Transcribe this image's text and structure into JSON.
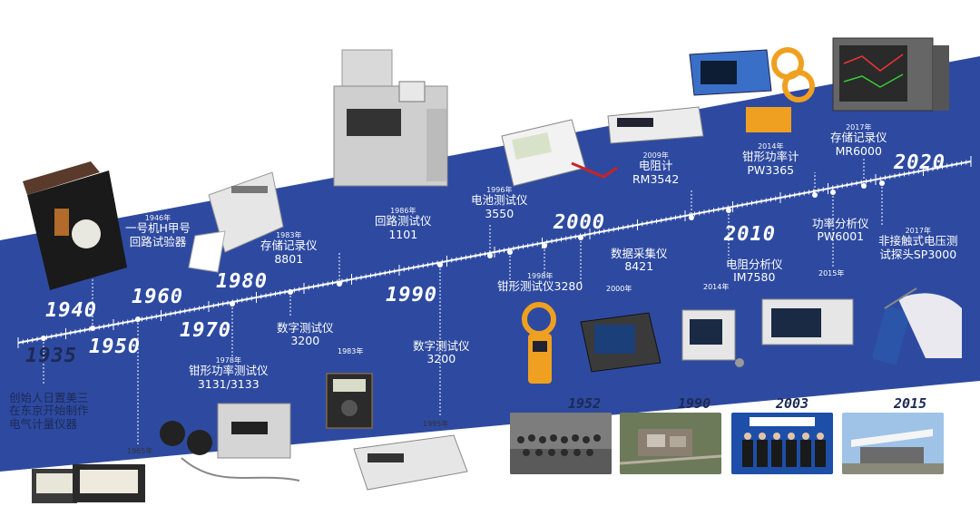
{
  "colors": {
    "band": "#2e4aa0",
    "band_dark": "#253f8f",
    "ink": "#1d2a55",
    "bg": "#ffffff"
  },
  "big_years": [
    "1935",
    "1940",
    "1950",
    "1960",
    "1970",
    "1980",
    "1990",
    "2000",
    "2010",
    "2020"
  ],
  "milestones": {
    "m1935": {
      "name": "创始人日置美三\n在东京开始制作\n电气计量仪器"
    },
    "m1946": {
      "year": "1946年",
      "name": "一号机H甲号\n回路试验器"
    },
    "m1965": {
      "year": "1965年"
    },
    "m1978": {
      "year": "1978年",
      "name": "钳形功率测试仪\n3131/3133"
    },
    "m1983a": {
      "year": "1983年",
      "name": "存储记录仪\n8801"
    },
    "m1983b": {
      "year": "1983年",
      "name": "数字测试仪\n3200"
    },
    "m1986": {
      "year": "1986年",
      "name": "回路测试仪\n1101"
    },
    "m1995": {
      "year": "1995年",
      "name": "数字测试仪\n3200"
    },
    "m1996": {
      "year": "1996年",
      "name": "电池测试仪\n3550"
    },
    "m1998": {
      "year": "1998年",
      "name": "钳形测试仪3280"
    },
    "m2000": {
      "year": "2000年",
      "name": "数据采集仪\n8421"
    },
    "m2009": {
      "year": "2009年",
      "name": "电阻计\nRM3542"
    },
    "m2014a": {
      "year": "2014年",
      "name": "钳形功率计\nPW3365"
    },
    "m2014b": {
      "year": "2014年",
      "name": "电阻分析仪\nIM7580"
    },
    "m2015": {
      "year": "2015年",
      "name": "功率分析仪\nPW6001"
    },
    "m2017a": {
      "year": "2017年",
      "name": "存储记录仪\nMR6000"
    },
    "m2017b": {
      "year": "2017年",
      "name": "非接触式电压测\n试探头SP3000"
    }
  },
  "photos": [
    {
      "year": "1952",
      "subject": "group-photo"
    },
    {
      "year": "1990",
      "subject": "aerial-factory"
    },
    {
      "year": "2003",
      "subject": "company-ceremony"
    },
    {
      "year": "2015",
      "subject": "modern-building"
    }
  ]
}
